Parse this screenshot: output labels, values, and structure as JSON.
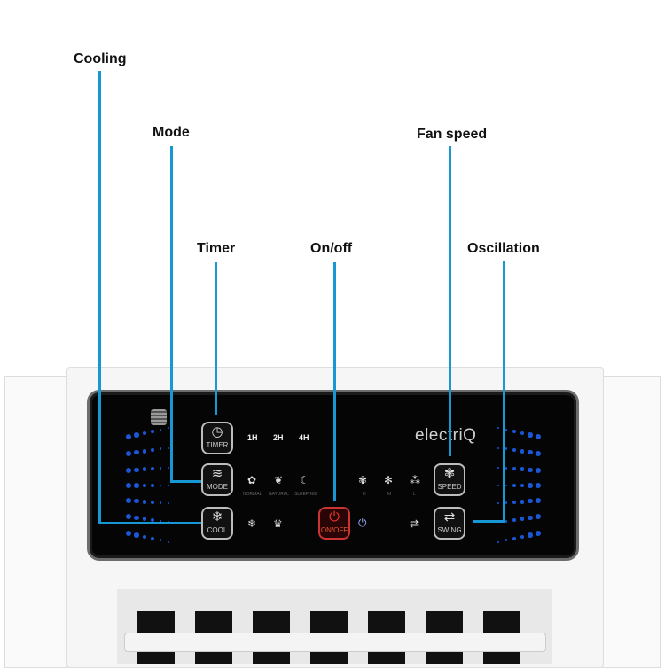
{
  "callouts": {
    "cooling": "Cooling",
    "mode": "Mode",
    "timer": "Timer",
    "on_off": "On/off",
    "fan_speed": "Fan speed",
    "oscillation": "Oscillation"
  },
  "panel": {
    "brand": "electriQ",
    "buttons": {
      "timer": "TIMER",
      "mode": "MODE",
      "cool": "COOL",
      "on_off": "ON/OFF",
      "speed": "SPEED",
      "swing": "SWING"
    },
    "timer_options": [
      "1H",
      "2H",
      "4H"
    ],
    "mode_options": [
      "NORMAL",
      "NATURAL",
      "SLEEPING"
    ],
    "speed_options": [
      "H",
      "M",
      "L"
    ]
  },
  "colors": {
    "callout_line": "#1797d4",
    "dots": "#1a56d6",
    "power": "#e33333"
  }
}
